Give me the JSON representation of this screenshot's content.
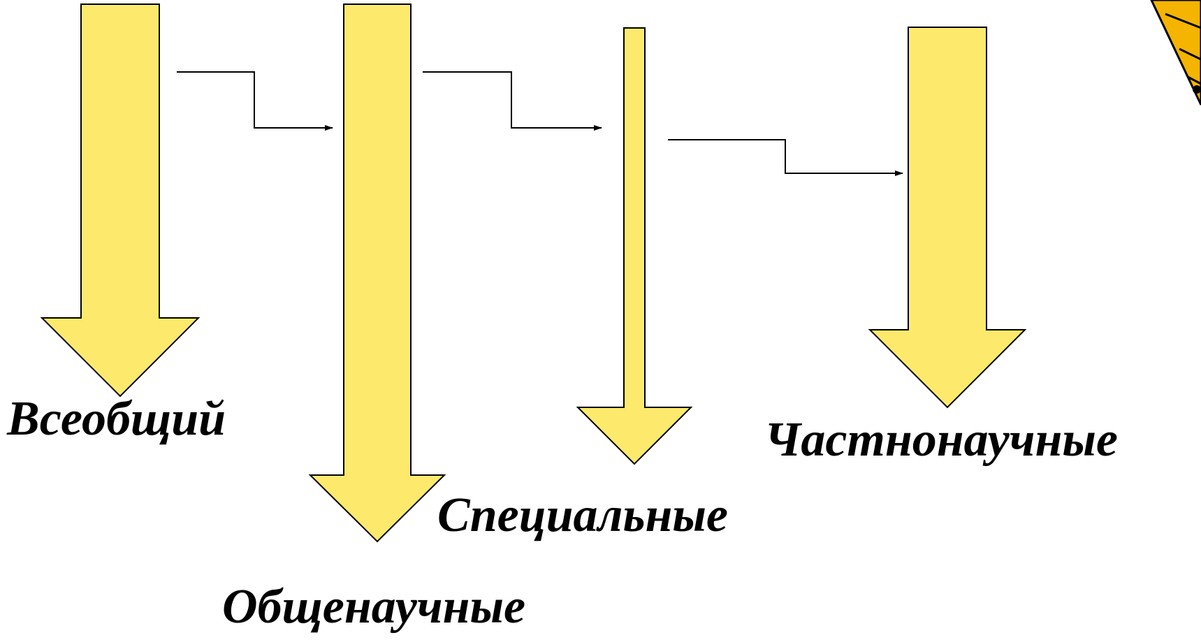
{
  "labels": {
    "universal": "Всеобщий",
    "general_scientific": "Общенаучные",
    "special": "Специальные",
    "partial_scientific": "Частнонаучные"
  },
  "colors": {
    "arrow_fill": "#fdea6c",
    "outline": "#000000",
    "decor_accent": "#f4b400"
  }
}
